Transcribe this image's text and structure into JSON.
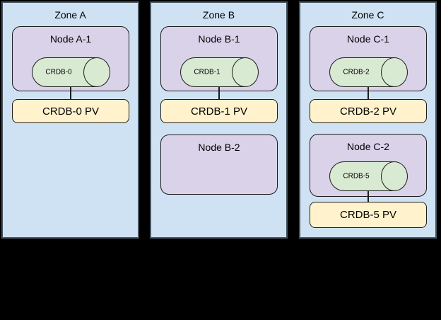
{
  "colors": {
    "canvas_bg": "#000000",
    "zone_fill": "#cfe2f3",
    "zone_border": "#45525e",
    "node_fill": "#d9d2e9",
    "shape_border": "#1c1c1c",
    "db_fill": "#d9ead3",
    "pv_fill": "#fff2cc",
    "text_color": "#000000"
  },
  "zones": [
    {
      "label": "Zone A",
      "nodes": [
        {
          "label": "Node A-1",
          "db_label": "CRDB-0",
          "pv_label": "CRDB-0 PV"
        }
      ]
    },
    {
      "label": "Zone B",
      "nodes": [
        {
          "label": "Node B-1",
          "db_label": "CRDB-1",
          "pv_label": "CRDB-1 PV"
        },
        {
          "label": "Node B-2"
        }
      ]
    },
    {
      "label": "Zone C",
      "nodes": [
        {
          "label": "Node C-1",
          "db_label": "CRDB-2",
          "pv_label": "CRDB-2 PV"
        },
        {
          "label": "Node C-2",
          "db_label": "CRDB-5",
          "pv_label": "CRDB-5 PV"
        }
      ]
    }
  ]
}
